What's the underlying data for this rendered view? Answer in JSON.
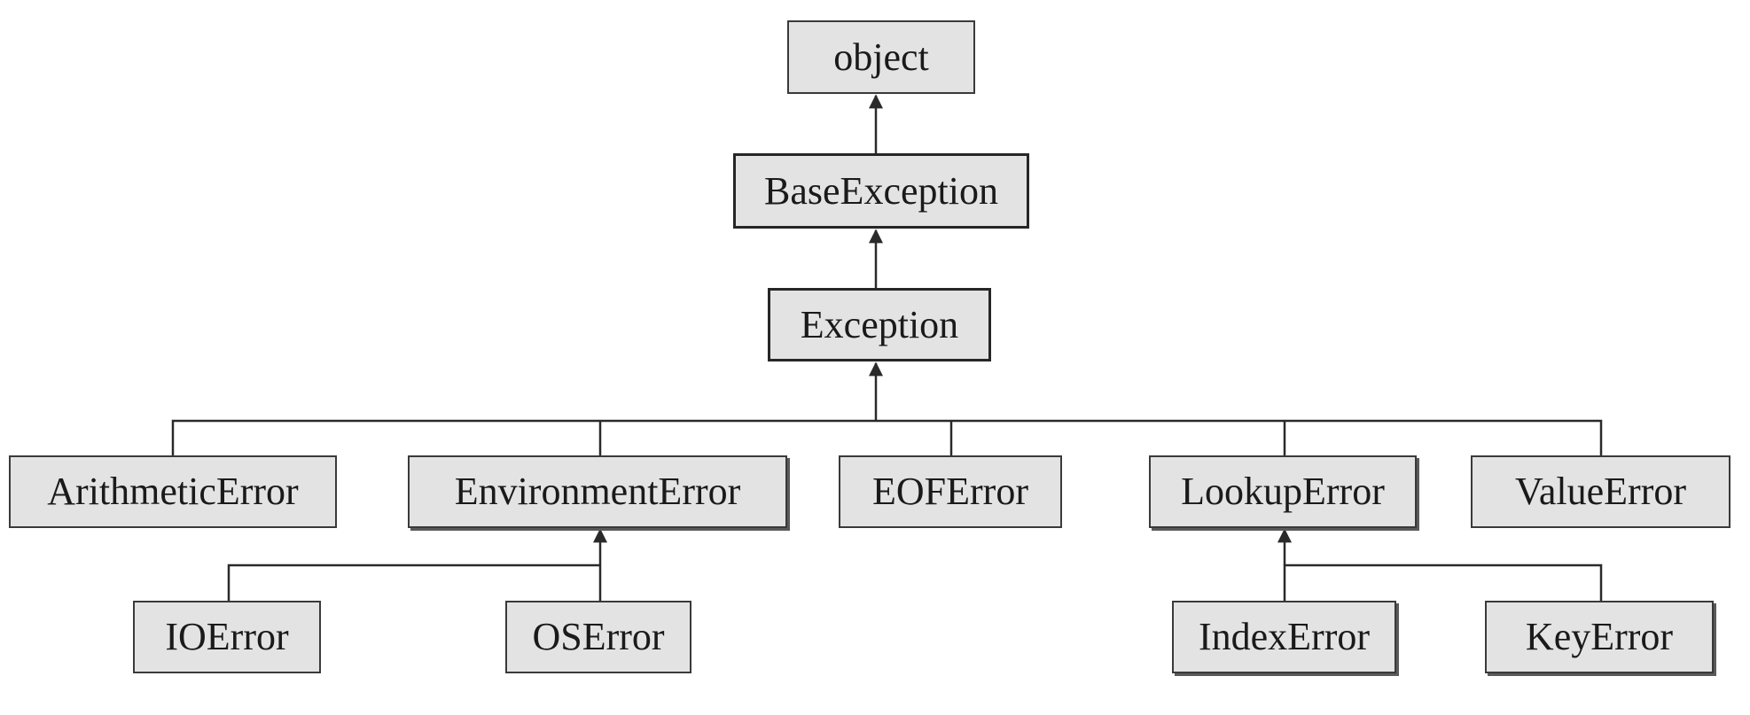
{
  "diagram": {
    "nodes": {
      "object": "object",
      "base_exception": "BaseException",
      "exception": "Exception",
      "arithmetic_error": "ArithmeticError",
      "environment_error": "EnvironmentError",
      "eof_error": "EOFError",
      "lookup_error": "LookupError",
      "value_error": "ValueError",
      "io_error": "IOError",
      "os_error": "OSError",
      "index_error": "IndexError",
      "key_error": "KeyError"
    },
    "colors": {
      "box_fill": "#e3e3e3",
      "box_border": "#3a3a3a",
      "connector": "#2a2a2a",
      "text": "#1a1a1a"
    },
    "edges": [
      {
        "from": "base_exception",
        "to": "object"
      },
      {
        "from": "exception",
        "to": "base_exception"
      },
      {
        "from": "arithmetic_error",
        "to": "exception"
      },
      {
        "from": "environment_error",
        "to": "exception"
      },
      {
        "from": "eof_error",
        "to": "exception"
      },
      {
        "from": "lookup_error",
        "to": "exception"
      },
      {
        "from": "value_error",
        "to": "exception"
      },
      {
        "from": "io_error",
        "to": "environment_error"
      },
      {
        "from": "os_error",
        "to": "environment_error"
      },
      {
        "from": "index_error",
        "to": "lookup_error"
      },
      {
        "from": "key_error",
        "to": "lookup_error"
      }
    ]
  }
}
